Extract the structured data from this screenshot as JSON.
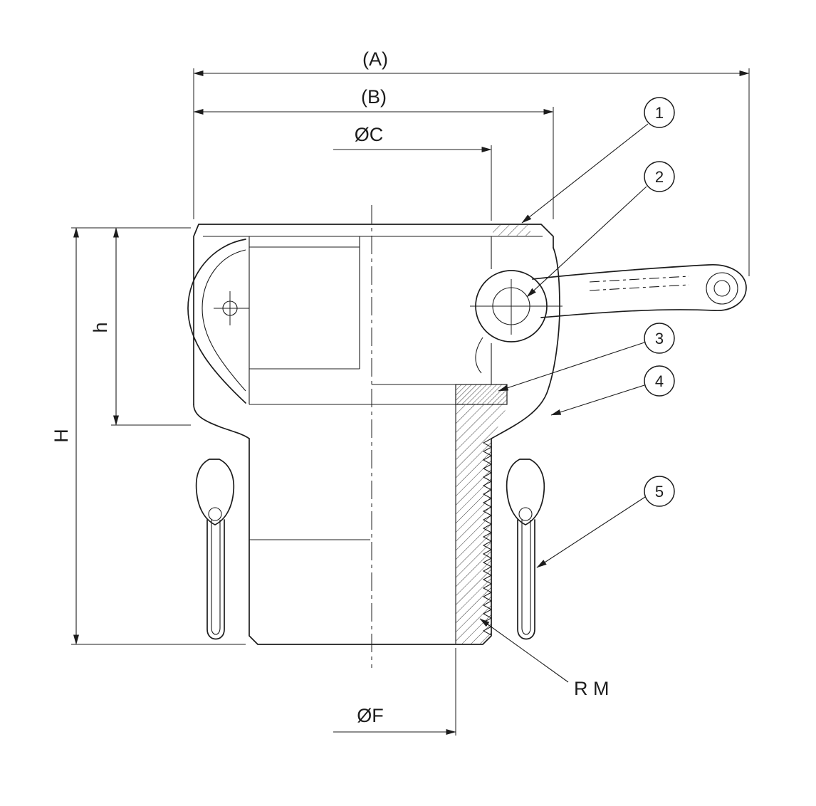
{
  "page": {
    "background": "#ffffff"
  },
  "drawing": {
    "type": "technical-section-drawing",
    "subject": "cam-and-groove-coupler-with-male-thread",
    "stroke_color": "#1c1c1c",
    "hatch_color": "#3a3a3a",
    "dimensions": {
      "A": "(A)",
      "B": "(B)",
      "C": "ØC",
      "h": "h",
      "H": "H",
      "F": "ØF"
    },
    "thread_label": "R M",
    "callouts": [
      "1",
      "2",
      "3",
      "4",
      "5"
    ]
  }
}
